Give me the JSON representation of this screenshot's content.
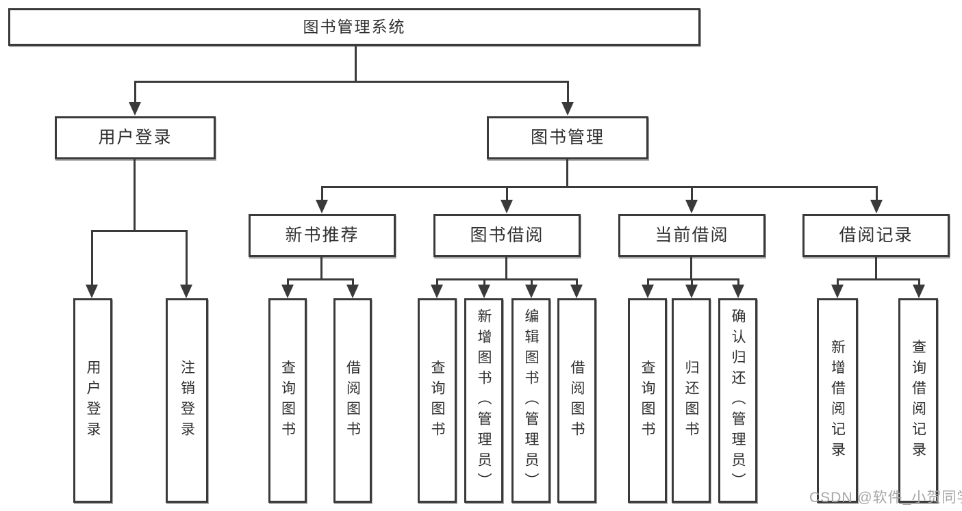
{
  "diagram": {
    "root": {
      "label": "图书管理系统"
    },
    "branches": {
      "user_login": {
        "label": "用户登录"
      },
      "book_manage": {
        "label": "图书管理"
      }
    },
    "sections": {
      "new_book": {
        "label": "新书推荐"
      },
      "book_borrow": {
        "label": "图书借阅"
      },
      "current_borrow": {
        "label": "当前借阅"
      },
      "borrow_record": {
        "label": "借阅记录"
      }
    },
    "leaves": {
      "user_login": {
        "label": "用户登录"
      },
      "logout": {
        "label": "注销登录"
      },
      "nb_query": {
        "label": "查询图书"
      },
      "nb_borrow": {
        "label": "借阅图书"
      },
      "bb_query": {
        "label": "查询图书"
      },
      "bb_add": {
        "label": "新增图书（管理员）"
      },
      "bb_edit": {
        "label": "编辑图书（管理员）"
      },
      "bb_borrow": {
        "label": "借阅图书"
      },
      "cb_query": {
        "label": "查询图书"
      },
      "cb_return": {
        "label": "归还图书"
      },
      "cb_confirm": {
        "label": "确认归还（管理员）"
      },
      "br_add": {
        "label": "新增借阅记录"
      },
      "br_query": {
        "label": "查询借阅记录"
      }
    }
  },
  "watermark": {
    "text": "CSDN @软件_小贺同学"
  },
  "colors": {
    "line": "#3a3a3a",
    "text": "#2f2f2f",
    "watermark": "#a7a7a7",
    "background": "#ffffff"
  }
}
